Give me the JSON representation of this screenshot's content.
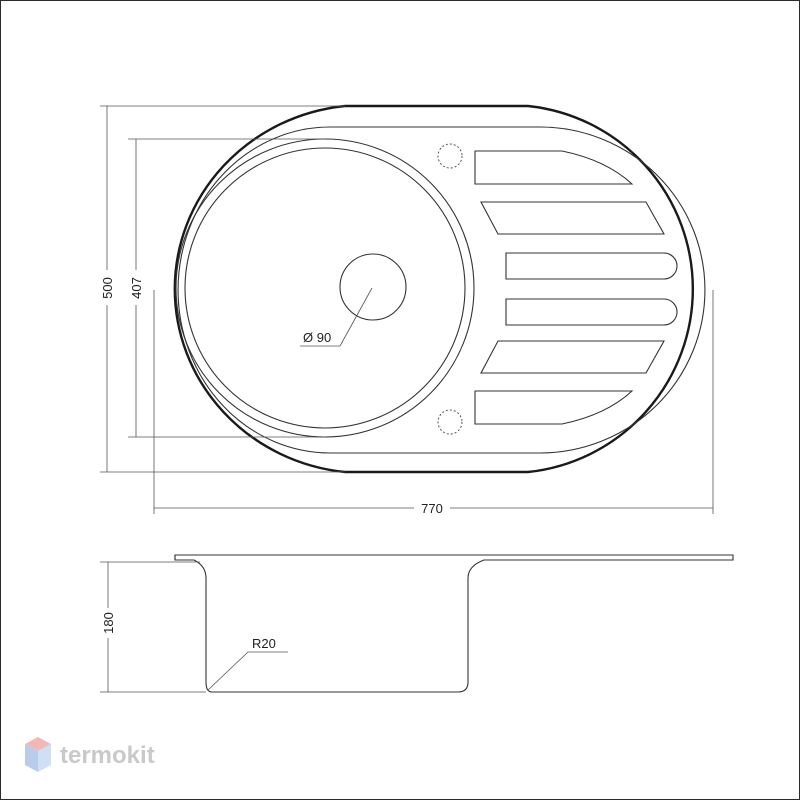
{
  "top_view": {
    "width_label": "770",
    "height_label": "500",
    "bowl_label": "407",
    "drain_label": "Ø 90"
  },
  "side_view": {
    "depth_label": "180",
    "radius_label": "R20"
  },
  "brand": {
    "name": "termokit",
    "colors": {
      "logo_red": "#f2b8b8",
      "logo_blue": "#b9cdea",
      "logo_text": "#c9c9cc"
    }
  }
}
